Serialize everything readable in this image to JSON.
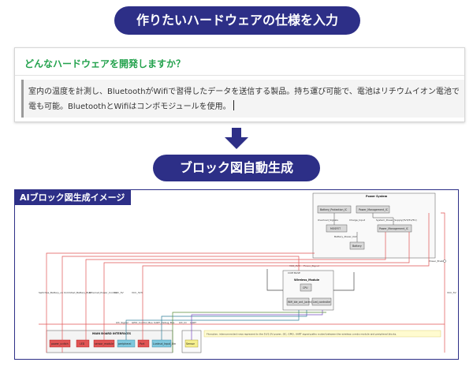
{
  "header": {
    "title": "作りたいハードウェアの仕様を入力"
  },
  "question": {
    "prompt": "どんなハードウェアを開発しますか？",
    "answer_line1": "室内の温度を計測し、BluetoothがWifiで習得したデータを送信する製品。持ち運び可能で、電池はリチウムイオン電池で",
    "answer_line2": "電も可能。BluetoothとWifiはコンボモジュールを使用。"
  },
  "step2": {
    "label": "ブロック図自動生成"
  },
  "diagram": {
    "title": "AIブロック図生成イメージ",
    "groups": {
      "power": "Power System",
      "wireless": "Wireless_Module",
      "wireless_small": "COM BASE",
      "main": "MAIN BOARD INTERFACES"
    },
    "blocks": {
      "battery_protection": "Battery_Protection_IC",
      "power_management": "Power_Management_IC",
      "mosfet": "MOSFET",
      "battery": "Battery",
      "power_management2": "Power_Management_IC",
      "cpu": "CPU",
      "antenna": "Wifi_ble_ant_(acmi)",
      "led_controller": "Led_controller",
      "mb1": "power_switch",
      "mb2": "LED",
      "mb3": "sensor_module",
      "mb4": "peripheral",
      "mb5": "Port",
      "mb6": "Luntrud_Input_Btn",
      "sensor": "Sensor"
    },
    "labels": {
      "l1": "Overload_Signals",
      "l2": "Charge_Input",
      "l3": "Battery_Power_Out",
      "l4": "System_Power_Supply(3V3/5V/5V)",
      "l5": "Power_Enable",
      "l6": "VCC_3V3",
      "l7": "Power_Signal",
      "l8": "Switches_Battery_on",
      "l9": "Unlimited_Battery_Bus",
      "l10": "Ethernet_Power_Control",
      "l11": "VCC_5V",
      "l12": "VCC_3V3",
      "l13": "I2C_Signal",
      "l14": "GPIO_Control_Bus",
      "l15": "UART_Debug_Bus",
      "l16": "I2C_IO",
      "l17": "UART",
      "l18": "VCC_5V"
    },
    "note": "Floorplan: interconnected rows represent to the 5V/3.3V power, I2C, GPIO, UART signal paths routed between the wireless combo module and peripheral blocks."
  }
}
